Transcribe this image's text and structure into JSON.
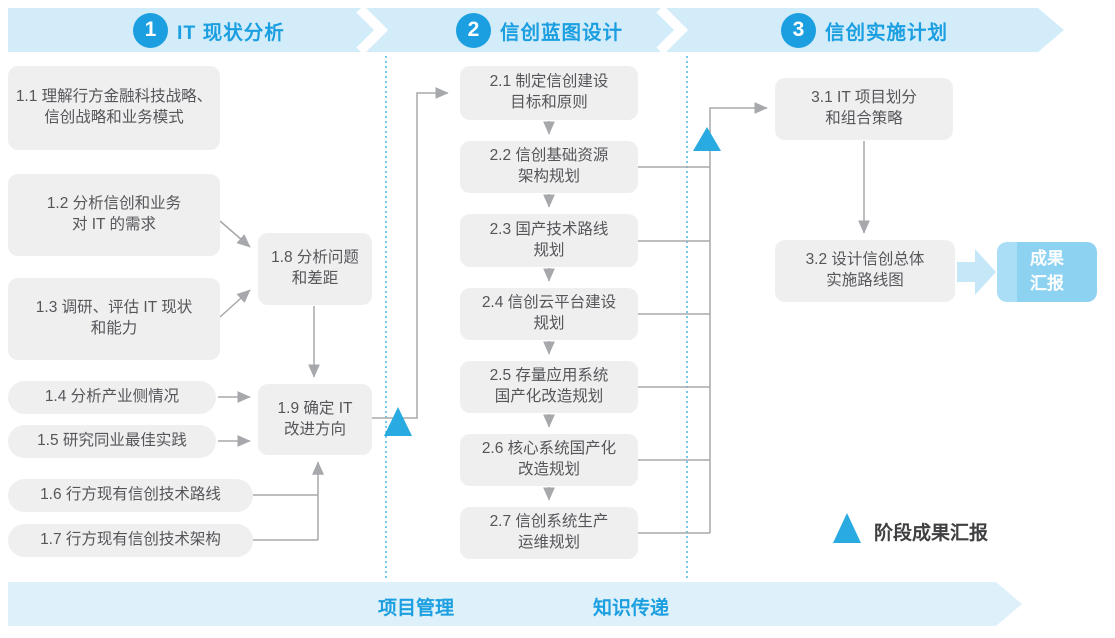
{
  "colors": {
    "accent": "#1b9fe0",
    "band": "#d3ecfa",
    "box_fill": "#efefef",
    "line": "#a6a8ab",
    "triangle": "#29abe2",
    "result_fill": "#8ed2f1",
    "footer_band": "#def1fb"
  },
  "header": {
    "phases": [
      {
        "num": "1",
        "label": "IT 现状分析"
      },
      {
        "num": "2",
        "label": "信创蓝图设计"
      },
      {
        "num": "3",
        "label": "信创实施计划"
      }
    ]
  },
  "boxes": {
    "b11": "1.1 理解行方金融科技战略、\n信创战略和业务模式",
    "b12": "1.2 分析信创和业务\n对 IT 的需求",
    "b13": "1.3 调研、评估 IT 现状\n和能力",
    "b14": "1.4 分析产业侧情况",
    "b15": "1.5 研究同业最佳实践",
    "b16": "1.6 行方现有信创技术路线",
    "b17": "1.7 行方现有信创技术架构",
    "b18": "1.8 分析问题\n和差距",
    "b19": "1.9 确定 IT\n改进方向",
    "b21": "2.1 制定信创建设\n目标和原则",
    "b22": "2.2 信创基础资源\n架构规划",
    "b23": "2.3 国产技术路线\n规划",
    "b24": "2.4 信创云平台建设\n规划",
    "b25": "2.5 存量应用系统\n国产化改造规划",
    "b26": "2.6 核心系统国产化\n改造规划",
    "b27": "2.7 信创系统生产\n运维规划",
    "b31": "3.1 IT 项目划分\n和组合策略",
    "b32": "3.2 设计信创总体\n实施路线图"
  },
  "result_box": "成果\n汇报",
  "legend": {
    "triangle_meaning": "阶段成果汇报"
  },
  "footer": {
    "left": "项目管理",
    "right": "知识传递"
  }
}
